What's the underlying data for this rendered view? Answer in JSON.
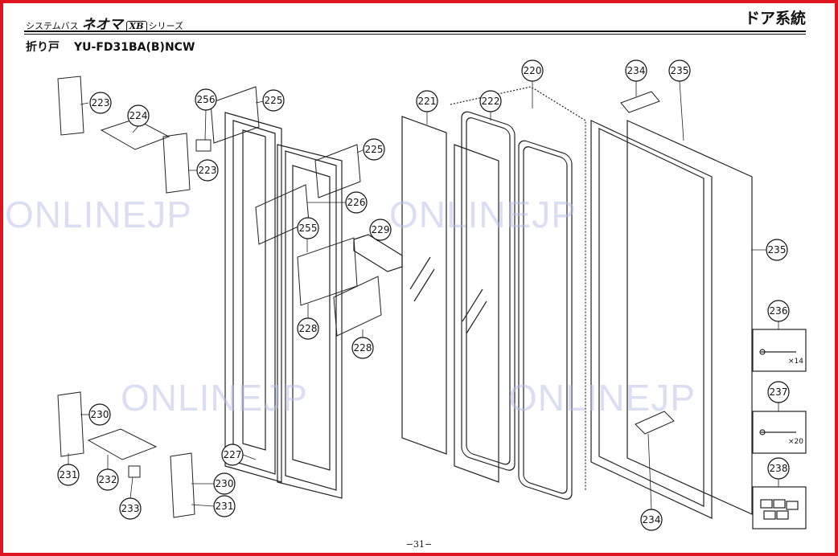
{
  "header": {
    "series_prefix": "システムバス",
    "brand": "ネオマ",
    "model_badge": "XB",
    "series_suffix": "シリーズ",
    "section": "ドア系統"
  },
  "subtitle": {
    "part_name": "折り戸",
    "model": "YU-FD31BA(B)NCW"
  },
  "part_labels": [
    "223",
    "224",
    "223",
    "256",
    "225",
    "225",
    "226",
    "255",
    "229",
    "228",
    "228",
    "230",
    "231",
    "232",
    "233",
    "227",
    "230",
    "231",
    "221",
    "222",
    "220",
    "234",
    "235",
    "235",
    "236",
    "237",
    "238",
    "234"
  ],
  "screw_counts": {
    "236": "×14",
    "237": "×20"
  },
  "watermark": "ONLINEJP",
  "page_number": "−31−"
}
